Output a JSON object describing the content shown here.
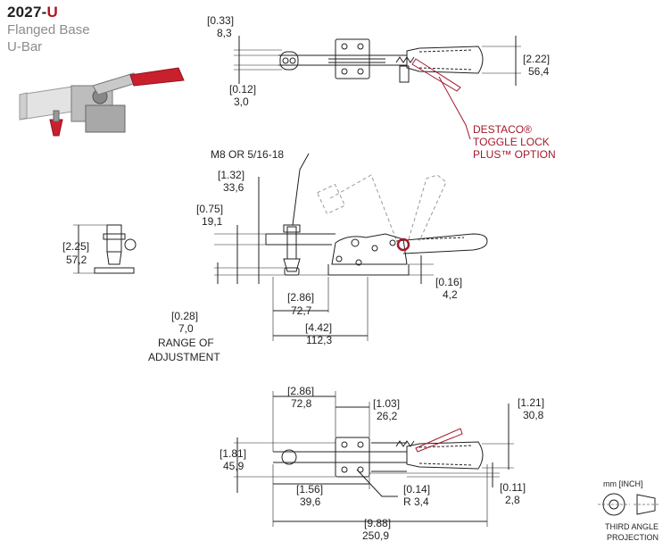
{
  "header": {
    "model_base": "2027-",
    "model_suffix": "U",
    "line1": "Flanged Base",
    "line2": "U-Bar"
  },
  "callouts": {
    "toggle_lock_1": "DESTACO®",
    "toggle_lock_2": "TOGGLE LOCK",
    "toggle_lock_3": "PLUS™ OPTION",
    "spindle_thread": "M8 OR 5/16-18",
    "range_1": "RANGE OF",
    "range_2": "ADJUSTMENT"
  },
  "dims": {
    "d0_33_in": "[0.33]",
    "d0_33_mm": "8,3",
    "d0_12_in": "[0.12]",
    "d0_12_mm": "3,0",
    "d2_22_in": "[2.22]",
    "d2_22_mm": "56,4",
    "d1_32_in": "[1.32]",
    "d1_32_mm": "33,6",
    "d0_75_in": "[0.75]",
    "d0_75_mm": "19,1",
    "d2_25_in": "[2.25]",
    "d2_25_mm": "57,2",
    "d0_16_in": "[0.16]",
    "d0_16_mm": "4,2",
    "d2_86a_in": "[2.86]",
    "d2_86a_mm": "72,7",
    "d4_42_in": "[4.42]",
    "d4_42_mm": "112,3",
    "d0_28_in": "[0.28]",
    "d0_28_mm": "7,0",
    "d2_86b_in": "[2.86]",
    "d2_86b_mm": "72,8",
    "d1_03_in": "[1.03]",
    "d1_03_mm": "26,2",
    "d1_21_in": "[1.21]",
    "d1_21_mm": "30,8",
    "d1_81_in": "[1.81]",
    "d1_81_mm": "45,9",
    "d1_56_in": "[1.56]",
    "d1_56_mm": "39,6",
    "d0_14_in": "[0.14]",
    "d0_14_mm": "R 3,4",
    "d0_11_in": "[0.11]",
    "d0_11_mm": "2,8",
    "d9_88_in": "[9.88]",
    "d9_88_mm": "250,9"
  },
  "projection": {
    "units": "mm [INCH]",
    "label1": "THIRD ANGLE",
    "label2": "PROJECTION"
  },
  "colors": {
    "accent_red": "#b3121f",
    "callout_red": "#a3192b",
    "line": "#231f20",
    "handle": "#c9202e"
  }
}
